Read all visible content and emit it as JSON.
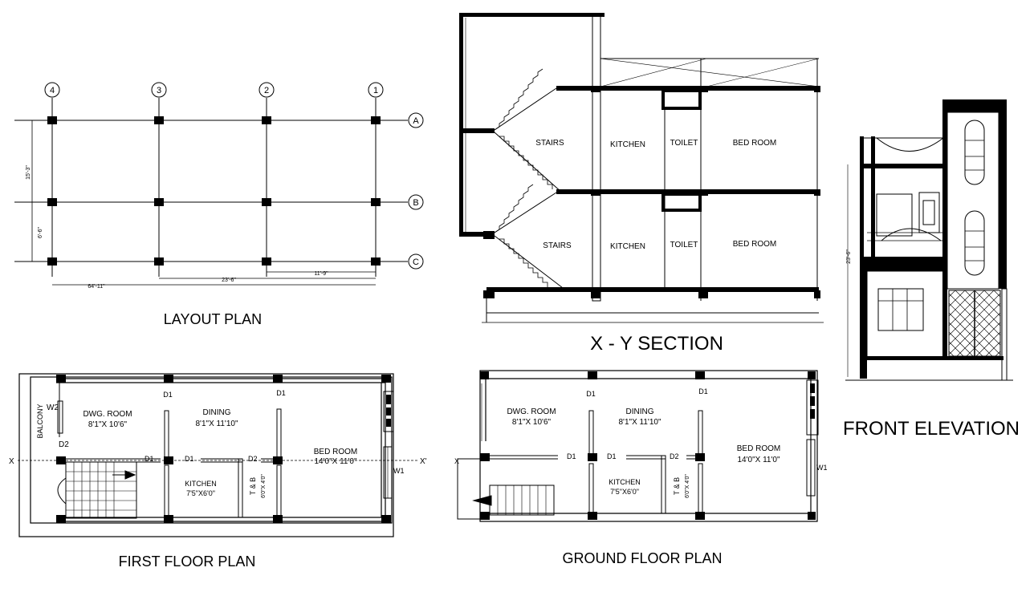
{
  "titles": {
    "layout": "LAYOUT PLAN",
    "section": "X - Y  SECTION",
    "elevation": "FRONT ELEVATION",
    "first_floor": "FIRST FLOOR PLAN",
    "ground_floor": "GROUND FLOOR PLAN"
  },
  "layout": {
    "cols": [
      "4",
      "3",
      "2",
      "1"
    ],
    "rows": [
      "A",
      "B",
      "C"
    ],
    "dims": {
      "left_top": "15'-3\"",
      "left_bottom": "6'-6\"",
      "total": "64'-11\"",
      "mid": "23'-6\"",
      "right": "11'-9\""
    }
  },
  "section": {
    "rooms": {
      "stairs": "STAIRS",
      "kitchen": "KITCHEN",
      "toilet": "TOILET",
      "bed": "BED ROOM"
    }
  },
  "elevation": {
    "dim": "23'-6\""
  },
  "first_floor": {
    "balcony": "BALCONY",
    "w2": "W2",
    "d2a": "D2",
    "dwg_name": "DWG. ROOM",
    "dwg_size": "8'1\"X 10'6\"",
    "d1_top_a": "D1",
    "dining_name": "DINING",
    "dining_size": "8'1\"X 11'10\"",
    "d1_top_b": "D1",
    "bed_name": "BED ROOM",
    "bed_size": "14'0\"X 11'0\"",
    "x_left": "X",
    "x_right": "X'",
    "d1_mid_a": "D1",
    "d1_mid_b": "D1",
    "d2_mid": "D2",
    "w1": "W1",
    "kitchen_name": "KITCHEN",
    "kitchen_size": "7'5\"X6'0\"",
    "tb_name": "T & B",
    "tb_size": "6'0\"X 4'0\""
  },
  "ground_floor": {
    "dwg_name": "DWG. ROOM",
    "dwg_size": "8'1\"X 10'6\"",
    "d1_top_a": "D1",
    "dining_name": "DINING",
    "dining_size": "8'1\"X 11'10\"",
    "d1_top_b": "D1",
    "bed_name": "BED ROOM",
    "bed_size": "14'0\"X 11'0\"",
    "x_left": "X",
    "d1_mid_a": "D1",
    "d1_mid_b": "D1",
    "d2_mid": "D2",
    "w1": "W1",
    "kitchen_name": "KITCHEN",
    "kitchen_size": "7'5\"X6'0\"",
    "tb_name": "T & B",
    "tb_size": "6'0\"X 4'0\""
  }
}
